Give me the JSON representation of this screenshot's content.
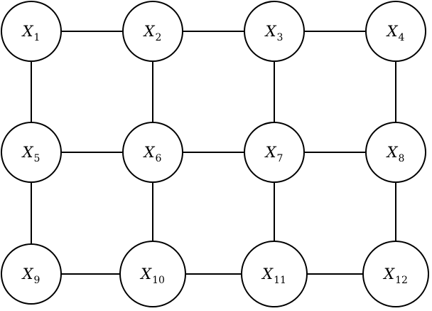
{
  "diagram": {
    "type": "grid-graph",
    "colors": {
      "stroke": "#000000",
      "fill": "#ffffff"
    },
    "nodes": [
      {
        "id": "x1",
        "var": "X",
        "sub": "1",
        "row": 0,
        "col": 0
      },
      {
        "id": "x2",
        "var": "X",
        "sub": "2",
        "row": 0,
        "col": 1
      },
      {
        "id": "x3",
        "var": "X",
        "sub": "3",
        "row": 0,
        "col": 2
      },
      {
        "id": "x4",
        "var": "X",
        "sub": "4",
        "row": 0,
        "col": 3
      },
      {
        "id": "x5",
        "var": "X",
        "sub": "5",
        "row": 1,
        "col": 0
      },
      {
        "id": "x6",
        "var": "X",
        "sub": "6",
        "row": 1,
        "col": 1
      },
      {
        "id": "x7",
        "var": "X",
        "sub": "7",
        "row": 1,
        "col": 2
      },
      {
        "id": "x8",
        "var": "X",
        "sub": "8",
        "row": 1,
        "col": 3
      },
      {
        "id": "x9",
        "var": "X",
        "sub": "9",
        "row": 2,
        "col": 0
      },
      {
        "id": "x10",
        "var": "X",
        "sub": "10",
        "row": 2,
        "col": 1
      },
      {
        "id": "x11",
        "var": "X",
        "sub": "11",
        "row": 2,
        "col": 2
      },
      {
        "id": "x12",
        "var": "X",
        "sub": "12",
        "row": 2,
        "col": 3
      }
    ],
    "edges": [
      [
        "x1",
        "x2"
      ],
      [
        "x2",
        "x3"
      ],
      [
        "x3",
        "x4"
      ],
      [
        "x5",
        "x6"
      ],
      [
        "x6",
        "x7"
      ],
      [
        "x7",
        "x8"
      ],
      [
        "x9",
        "x10"
      ],
      [
        "x10",
        "x11"
      ],
      [
        "x11",
        "x12"
      ],
      [
        "x1",
        "x5"
      ],
      [
        "x5",
        "x9"
      ],
      [
        "x2",
        "x6"
      ],
      [
        "x6",
        "x10"
      ],
      [
        "x3",
        "x7"
      ],
      [
        "x7",
        "x11"
      ],
      [
        "x4",
        "x8"
      ],
      [
        "x8",
        "x12"
      ]
    ]
  }
}
